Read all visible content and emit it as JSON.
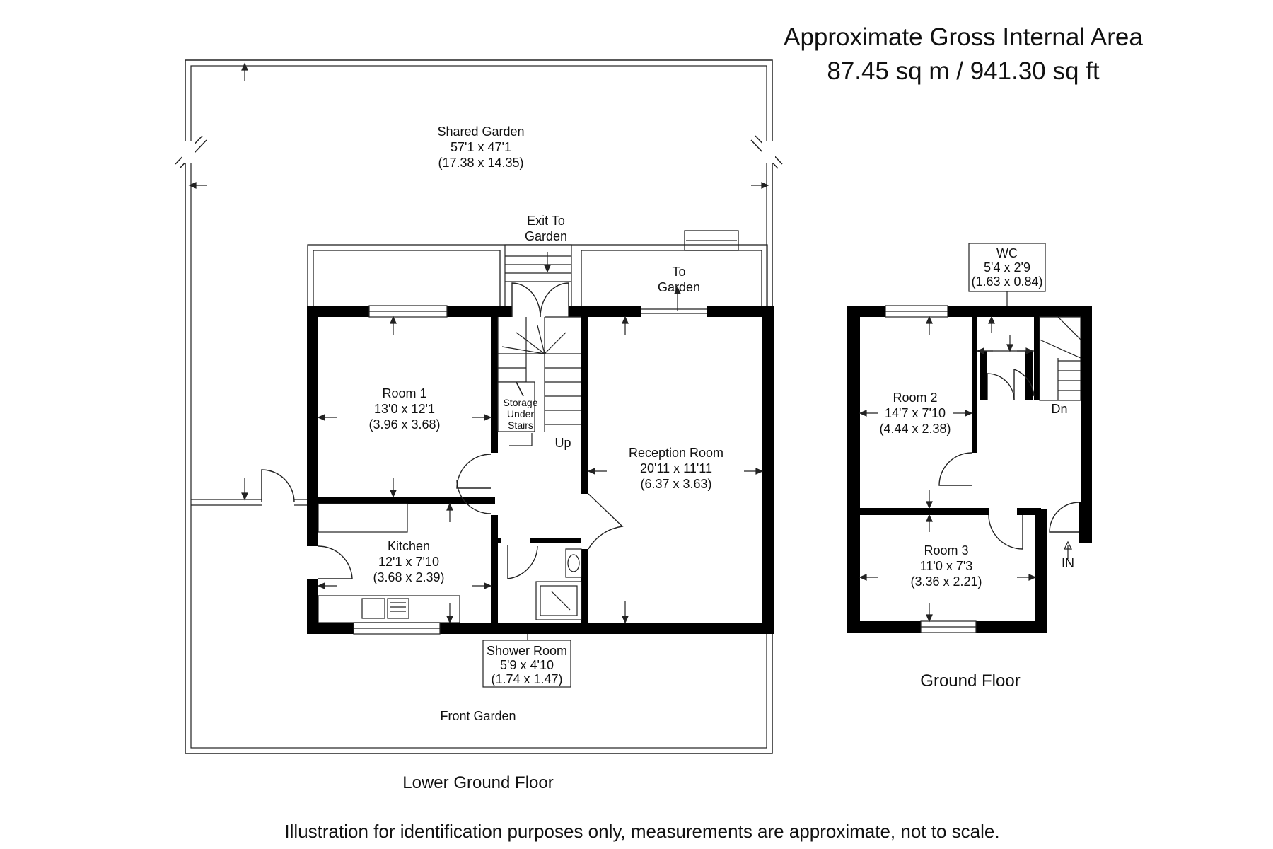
{
  "header": {
    "line1": "Approximate Gross Internal Area",
    "line2": "87.45 sq m / 941.30 sq ft"
  },
  "footer": {
    "disclaimer": "Illustration for identification purposes only, measurements are approximate, not to scale."
  },
  "lower_ground": {
    "caption": "Lower Ground Floor",
    "shared_garden": {
      "name": "Shared Garden",
      "imperial": "57'1 x 47'1",
      "metric": "(17.38 x 14.35)"
    },
    "exit_to_garden": {
      "line1": "Exit To",
      "line2": "Garden"
    },
    "to_garden": {
      "line1": "To",
      "line2": "Garden"
    },
    "room1": {
      "name": "Room 1",
      "imperial": "13'0 x 12'1",
      "metric": "(3.96 x 3.68)"
    },
    "storage": {
      "line1": "Storage",
      "line2": "Under",
      "line3": "Stairs"
    },
    "up": "Up",
    "reception": {
      "name": "Reception Room",
      "imperial": "20'11 x 11'11",
      "metric": "(6.37 x 3.63)"
    },
    "kitchen": {
      "name": "Kitchen",
      "imperial": "12'1 x 7'10",
      "metric": "(3.68 x 2.39)"
    },
    "shower": {
      "name": "Shower Room",
      "imperial": "5'9 x 4'10",
      "metric": "(1.74 x 1.47)"
    },
    "front_garden": "Front Garden"
  },
  "ground": {
    "caption": "Ground Floor",
    "wc": {
      "name": "WC",
      "imperial": "5'4 x 2'9",
      "metric": "(1.63 x 0.84)"
    },
    "room2": {
      "name": "Room 2",
      "imperial": "14'7 x 7'10",
      "metric": "(4.44 x 2.38)"
    },
    "room3": {
      "name": "Room 3",
      "imperial": "11'0 x 7'3",
      "metric": "(3.36 x 2.21)"
    },
    "dn": "Dn",
    "in": "IN"
  },
  "colors": {
    "wall": "#000000",
    "line": "#222222",
    "text": "#111111"
  }
}
